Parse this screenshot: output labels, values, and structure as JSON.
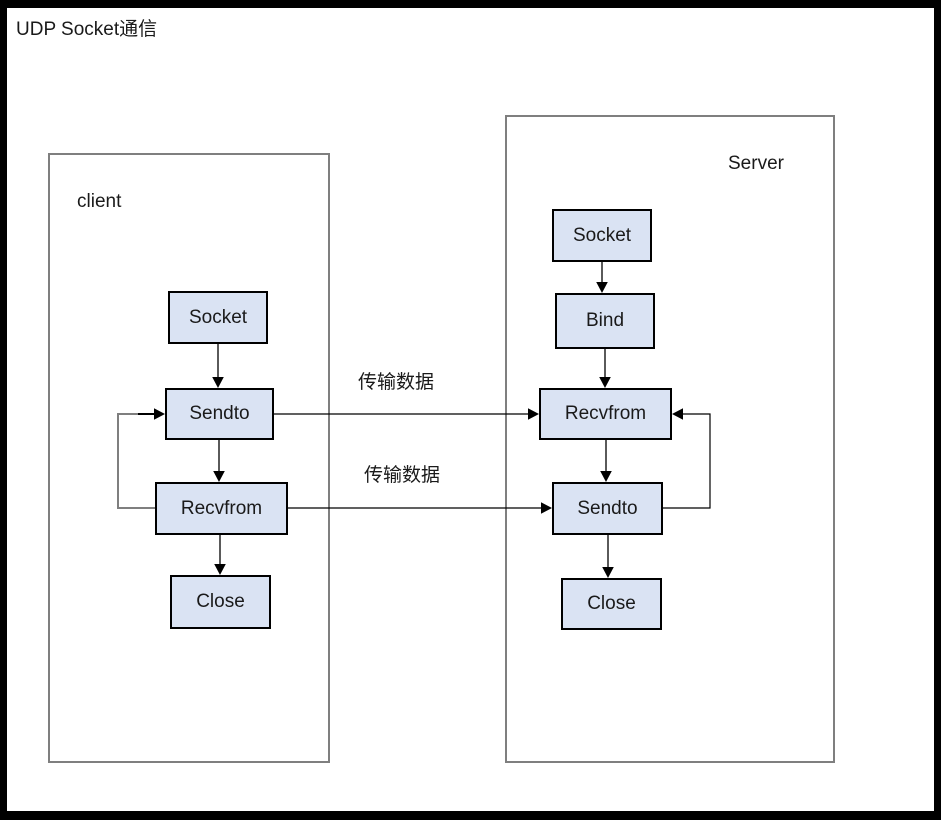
{
  "title": "UDP Socket通信",
  "colors": {
    "box_fill": "#dae3f3",
    "box_border": "#000000",
    "container_border": "#7f7f7f",
    "page_border": "#000000",
    "text": "#1a1a1a"
  },
  "client": {
    "label": "client",
    "nodes": [
      {
        "id": "socket",
        "label": "Socket"
      },
      {
        "id": "sendto",
        "label": "Sendto"
      },
      {
        "id": "recvfrom",
        "label": "Recvfrom"
      },
      {
        "id": "close",
        "label": "Close"
      }
    ]
  },
  "server": {
    "label": "Server",
    "nodes": [
      {
        "id": "socket",
        "label": "Socket"
      },
      {
        "id": "bind",
        "label": "Bind"
      },
      {
        "id": "recvfrom",
        "label": "Recvfrom"
      },
      {
        "id": "sendto",
        "label": "Sendto"
      },
      {
        "id": "close",
        "label": "Close"
      }
    ]
  },
  "edge_labels": [
    {
      "text": "传输数据"
    },
    {
      "text": "传输数据"
    }
  ],
  "flows": [
    "client.socket -> client.sendto",
    "client.sendto -> client.recvfrom",
    "client.recvfrom -> client.close",
    "client.recvfrom -> client.sendto (loop back)",
    "server.socket -> server.bind",
    "server.bind -> server.recvfrom",
    "server.recvfrom -> server.sendto",
    "server.sendto -> server.close",
    "server.sendto -> server.recvfrom (loop back)",
    "client.sendto -> server.recvfrom (传输数据)",
    "client.recvfrom -> server.sendto (传输数据)"
  ]
}
